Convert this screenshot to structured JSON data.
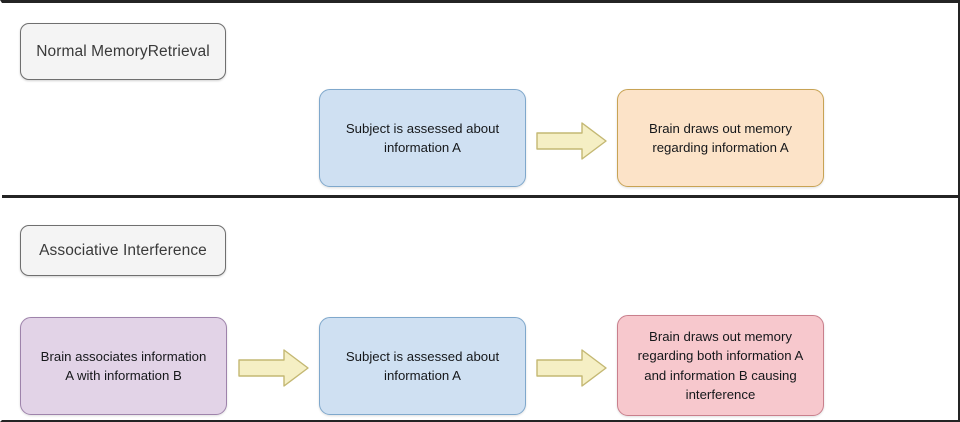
{
  "diagram": {
    "title_top": "Normal Memory Retrieval",
    "title_bottom": "Associative Interference",
    "sections": [
      {
        "id": "normal-memory-retrieval",
        "header": "Normal Memory\nRetrieval",
        "header_line1": "Normal Memory",
        "header_line2": "Retrieval",
        "nodes": [
          {
            "id": "assessed-a-top",
            "text": "Subject is assessed about information A",
            "line1": "Subject is assessed about",
            "line2": "information A",
            "color": "#cfe0f2",
            "border": "#7fa8cc"
          },
          {
            "id": "draws-memory-a",
            "text": "Brain draws out memory regarding information A",
            "line1": "Brain draws out memory",
            "line2": "regarding information A",
            "color": "#fce3c8",
            "border": "#c8a354"
          }
        ],
        "arrows": [
          {
            "id": "arrow-top-1",
            "from": "assessed-a-top",
            "to": "draws-memory-a",
            "direction": "right"
          }
        ]
      },
      {
        "id": "associative-interference",
        "header": "Associative Interference",
        "header_line1": "Associative Interference",
        "header_line2": "",
        "nodes": [
          {
            "id": "associates-a-b",
            "text": "Brain associates information A with information B",
            "line1": "Brain associates information",
            "line2": "A with information B",
            "color": "#e2d3e7",
            "border": "#9e83ab"
          },
          {
            "id": "assessed-a-bottom",
            "text": "Subject is assessed about information A",
            "line1": "Subject is assessed about",
            "line2": "information A",
            "color": "#cfe0f2",
            "border": "#7fa8cc"
          },
          {
            "id": "draws-memory-interference",
            "text": "Brain draws out memory regarding both information A and information B causing interference",
            "line1": "Brain draws out memory",
            "line2": "regarding both information A",
            "line3": "and information B causing",
            "line4": "interference",
            "color": "#f7c8cd",
            "border": "#c97f8c"
          }
        ],
        "arrows": [
          {
            "id": "arrow-bottom-1",
            "from": "associates-a-b",
            "to": "assessed-a-bottom",
            "direction": "right"
          },
          {
            "id": "arrow-bottom-2",
            "from": "assessed-a-bottom",
            "to": "draws-memory-interference",
            "direction": "right"
          }
        ]
      }
    ],
    "colors": {
      "arrow_fill": "#f5efc4",
      "arrow_stroke": "#c4b873",
      "header_fill": "#f4f4f4",
      "header_stroke": "#6f6f6f",
      "frame_stroke": "#242424",
      "background": "#ffffff"
    }
  }
}
